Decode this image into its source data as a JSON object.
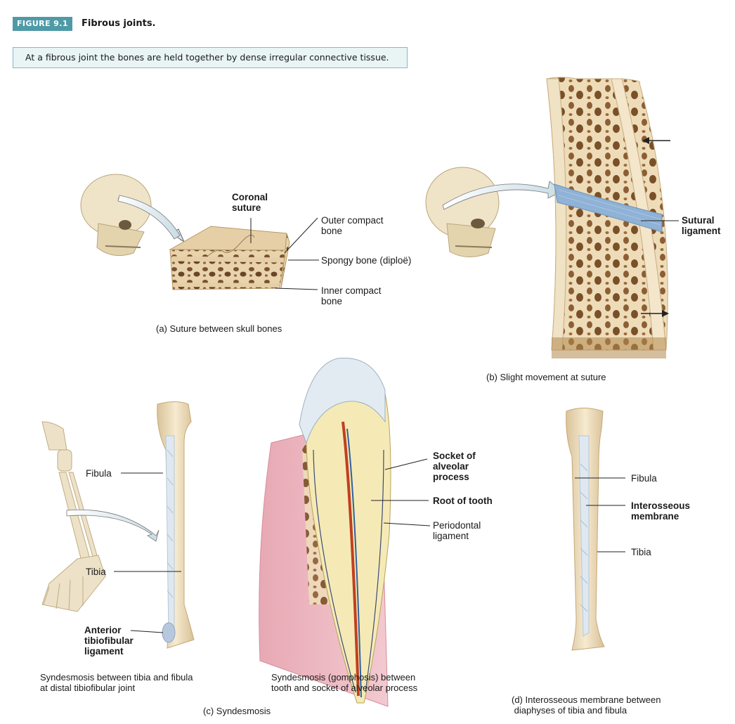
{
  "figure": {
    "badge": "FIGURE 9.1",
    "title": "Fibrous joints.",
    "summary": "At a fibrous joint the bones are held together by dense irregular connective tissue."
  },
  "panel_a": {
    "label_coronal": "Coronal\nsuture",
    "label_outer": "Outer compact\nbone",
    "label_spongy": "Spongy bone (diploë)",
    "label_inner": "Inner compact\nbone",
    "caption": "(a) Suture between skull bones"
  },
  "panel_b": {
    "label_sutural": "Sutural\nligament",
    "caption": "(b) Slight movement at suture"
  },
  "panel_c": {
    "label_fibula": "Fibula",
    "label_tibia": "Tibia",
    "label_anterior": "Anterior\ntibiofibular\nligament",
    "caption_left": "Syndesmosis between tibia and fibula\nat distal tibiofibular joint",
    "label_socket": "Socket of\nalveolar\nprocess",
    "label_root": "Root of tooth",
    "label_periodontal": "Periodontal\nligament",
    "caption_mid": "Syndesmosis (gomphosis) between\ntooth and socket of alveolar process",
    "caption": "(c) Syndesmosis"
  },
  "panel_d": {
    "label_fibula": "Fibula",
    "label_interosseous": "Interosseous\nmembrane",
    "label_tibia": "Tibia",
    "caption": "(d) Interosseous membrane between\n diaphyses of tibia and fibula"
  }
}
